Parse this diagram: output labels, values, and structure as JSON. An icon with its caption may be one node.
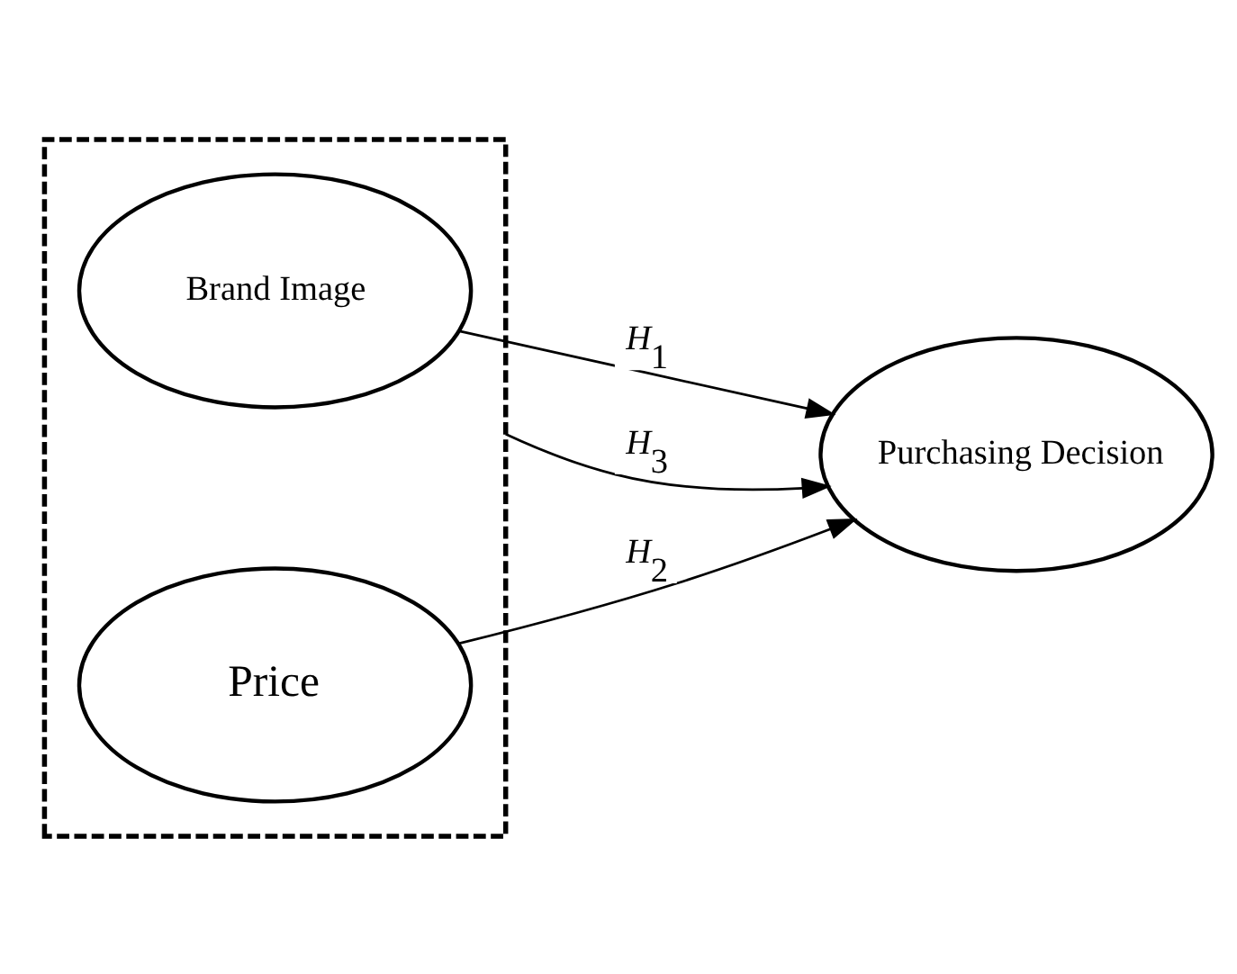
{
  "diagram": {
    "nodes": [
      {
        "text": [],
        "shape": "box"
      },
      {
        "text": [
          "Brand Image"
        ],
        "in": 0
      },
      {
        "text": [
          "Price"
        ],
        "in": 0
      },
      {
        "text": [
          "Purchasing Decision"
        ]
      }
    ],
    "edges": [
      {
        "from": 1,
        "to": 3,
        "arrow": "to",
        "label": "*H*$_{1}$"
      },
      {
        "from": 2,
        "to": 3,
        "arrow": "to",
        "label": "*H*$_{2}$"
      },
      {
        "from": 0,
        "to": 3,
        "arrow": "to",
        "label": "*H*$_{3}$"
      }
    ]
  }
}
